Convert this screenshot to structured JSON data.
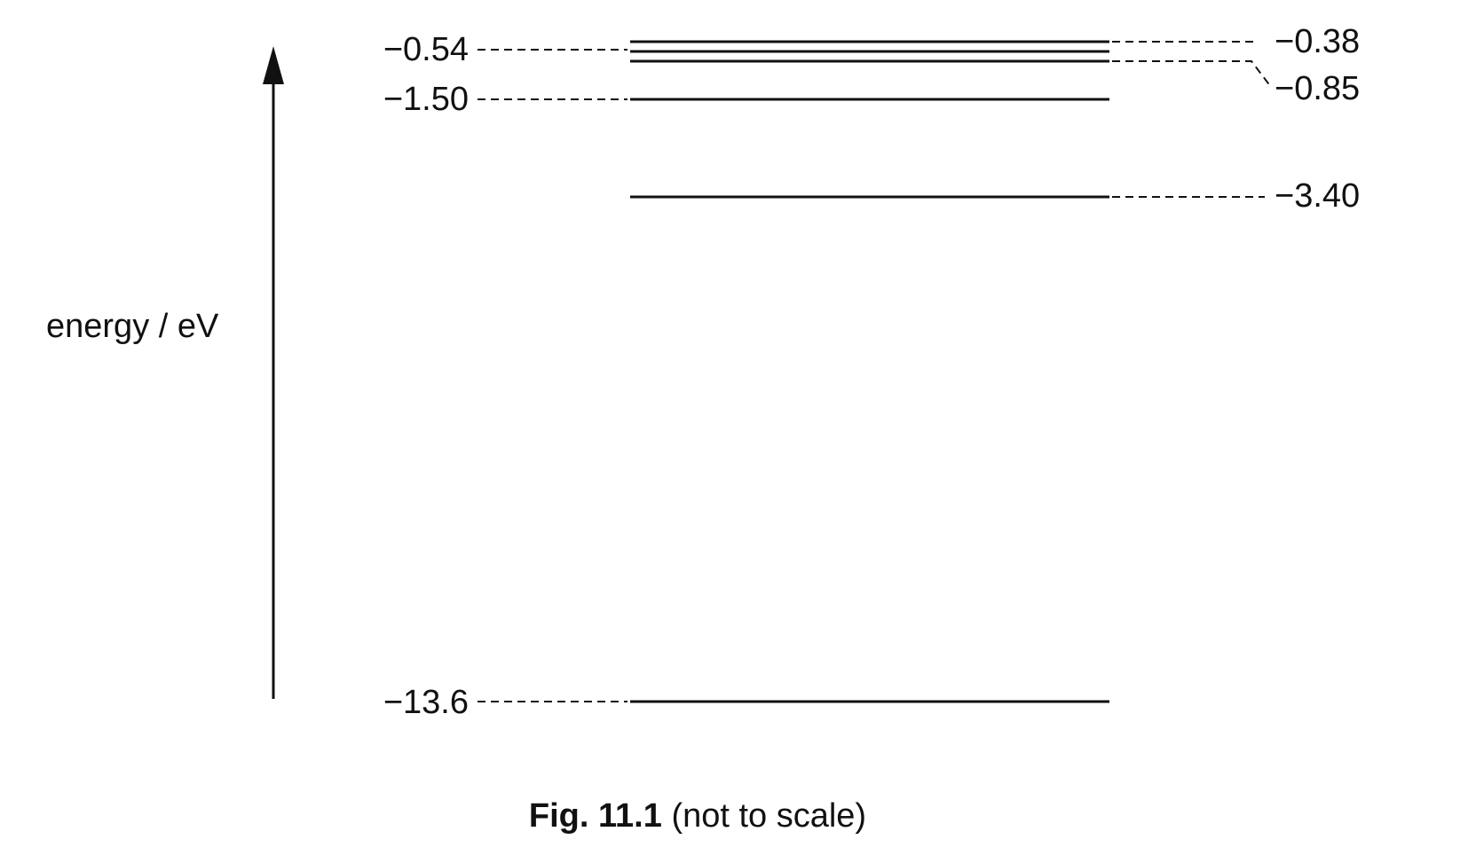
{
  "axis": {
    "label": "energy / eV",
    "direction": "up"
  },
  "levels": [
    {
      "energy": "−0.38",
      "label_side": "right"
    },
    {
      "energy": "−0.54",
      "label_side": "left"
    },
    {
      "energy": "−0.85",
      "label_side": "right"
    },
    {
      "energy": "−1.50",
      "label_side": "left"
    },
    {
      "energy": "−3.40",
      "label_side": "right"
    },
    {
      "energy": "−13.6",
      "label_side": "left"
    }
  ],
  "caption": {
    "figure": "Fig. 11.1",
    "note": "(not to scale)"
  },
  "colors": {
    "line": "#111111",
    "background": "#ffffff"
  }
}
